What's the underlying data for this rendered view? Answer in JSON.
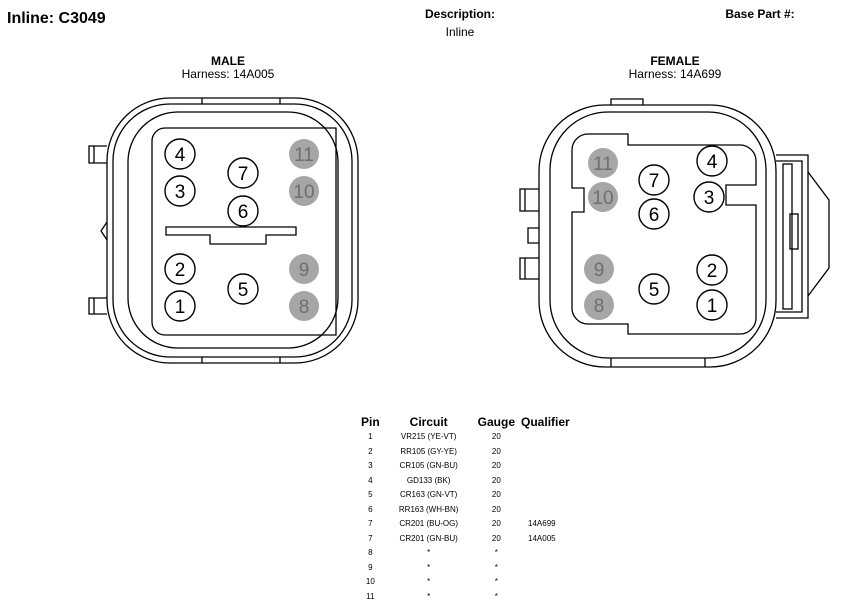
{
  "header": {
    "title": "Inline: C3049",
    "description_label": "Description:",
    "description_value": "Inline",
    "base_part_label": "Base Part #:"
  },
  "male": {
    "title": "MALE",
    "harness": "Harness: 14A005",
    "pins": [
      {
        "label": "4",
        "state": "populated"
      },
      {
        "label": "3",
        "state": "populated"
      },
      {
        "label": "7",
        "state": "populated"
      },
      {
        "label": "6",
        "state": "populated"
      },
      {
        "label": "11",
        "state": "empty"
      },
      {
        "label": "10",
        "state": "empty"
      },
      {
        "label": "2",
        "state": "populated"
      },
      {
        "label": "1",
        "state": "populated"
      },
      {
        "label": "5",
        "state": "populated"
      },
      {
        "label": "9",
        "state": "empty"
      },
      {
        "label": "8",
        "state": "empty"
      }
    ]
  },
  "female": {
    "title": "FEMALE",
    "harness": "Harness: 14A699",
    "pins": [
      {
        "label": "11",
        "state": "empty"
      },
      {
        "label": "10",
        "state": "empty"
      },
      {
        "label": "7",
        "state": "populated"
      },
      {
        "label": "6",
        "state": "populated"
      },
      {
        "label": "4",
        "state": "populated"
      },
      {
        "label": "3",
        "state": "populated"
      },
      {
        "label": "9",
        "state": "empty"
      },
      {
        "label": "8",
        "state": "empty"
      },
      {
        "label": "5",
        "state": "populated"
      },
      {
        "label": "2",
        "state": "populated"
      },
      {
        "label": "1",
        "state": "populated"
      }
    ]
  },
  "colors": {
    "line": "#000000",
    "empty_pin_fill": "#a6a6a6",
    "empty_pin_text": "#6e6e6e",
    "background": "#ffffff"
  },
  "table": {
    "headers": [
      "Pin",
      "Circuit",
      "Gauge",
      "Qualifier"
    ],
    "rows": [
      [
        "1",
        "VR215 (YE-VT)",
        "20",
        ""
      ],
      [
        "2",
        "RR105 (GY-YE)",
        "20",
        ""
      ],
      [
        "3",
        "CR105 (GN-BU)",
        "20",
        ""
      ],
      [
        "4",
        "GD133 (BK)",
        "20",
        ""
      ],
      [
        "5",
        "CR163 (GN-VT)",
        "20",
        ""
      ],
      [
        "6",
        "RR163 (WH-BN)",
        "20",
        ""
      ],
      [
        "7",
        "CR201 (BU-OG)",
        "20",
        "14A699"
      ],
      [
        "7",
        "CR201 (GN-BU)",
        "20",
        "14A005"
      ],
      [
        "8",
        "*",
        "*",
        ""
      ],
      [
        "9",
        "*",
        "*",
        ""
      ],
      [
        "10",
        "*",
        "*",
        ""
      ],
      [
        "11",
        "*",
        "*",
        ""
      ]
    ]
  }
}
